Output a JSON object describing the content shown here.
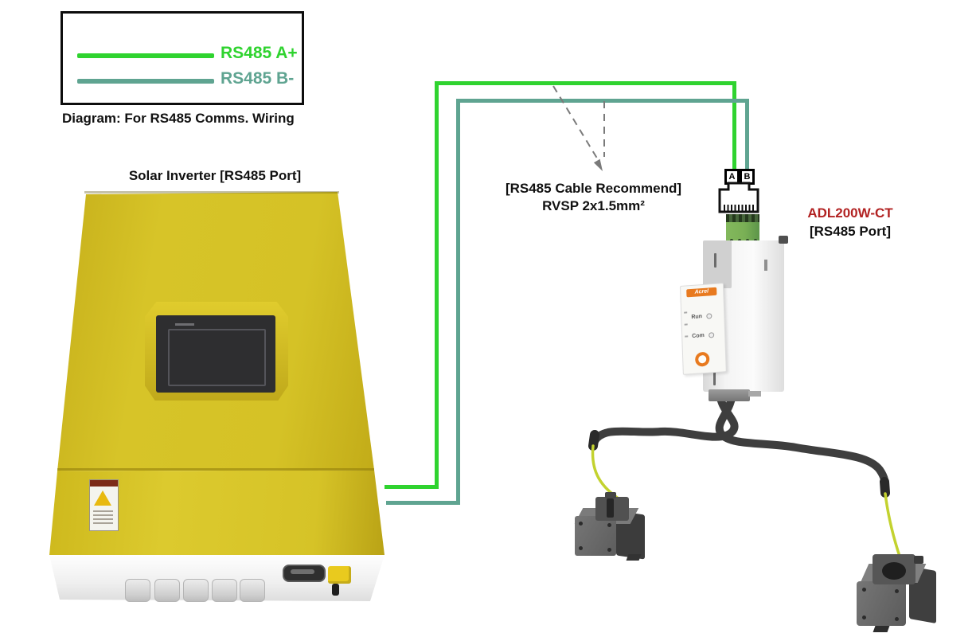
{
  "legend": {
    "caption": "Diagram: For RS485 Comms. Wiring",
    "items": [
      {
        "label": "RS485 A+",
        "color": "#2fd32f"
      },
      {
        "label": "RS485 B-",
        "color": "#5fa491"
      }
    ]
  },
  "inverter": {
    "title": "Solar Inverter [RS485 Port]"
  },
  "cable_note": {
    "line1": "[RS485 Cable Recommend]",
    "line2": "RVSP 2x1.5mm²"
  },
  "callout": {
    "dash_color": "#7a7a7a"
  },
  "wires": {
    "a_plus_color": "#2fd32f",
    "b_minus_color": "#5fa491"
  },
  "cables": {
    "ct_cable_color": "#3e3e3e",
    "ct_wire_color": "#c3d22f"
  },
  "meter": {
    "model": "ADL200W-CT",
    "model_color": "#b22222",
    "port_label": "[RS485 Port]",
    "brand": "Acrel",
    "led_run": "Run",
    "led_com": "Com",
    "terminals": [
      "A",
      "B"
    ]
  }
}
